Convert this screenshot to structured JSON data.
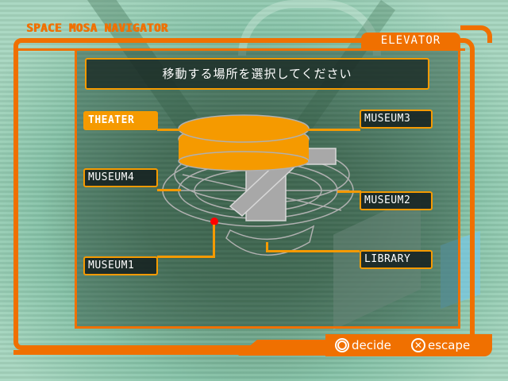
{
  "header": {
    "app_title": "SPACE MOSA NAVIGATOR",
    "section_tab": "ELEVATOR"
  },
  "prompt": {
    "text": "移動する場所を選択してください"
  },
  "locations": [
    {
      "id": "theater",
      "label": "THEATER",
      "selected": true
    },
    {
      "id": "museum3",
      "label": "MUSEUM3",
      "selected": false
    },
    {
      "id": "museum4",
      "label": "MUSEUM4",
      "selected": false
    },
    {
      "id": "museum2",
      "label": "MUSEUM2",
      "selected": false
    },
    {
      "id": "museum1",
      "label": "MUSEUM1",
      "selected": false
    },
    {
      "id": "library",
      "label": "LIBRARY",
      "selected": false
    }
  ],
  "controls": {
    "decide": {
      "icon": "circle-button-icon",
      "label": "decide"
    },
    "escape": {
      "icon": "cross-button-icon",
      "label": "escape"
    }
  },
  "colors": {
    "frame_orange": "#f07000",
    "label_orange": "#f59a00",
    "current_position_marker": "#ff0000",
    "wireframe": "#b0b0b0"
  }
}
